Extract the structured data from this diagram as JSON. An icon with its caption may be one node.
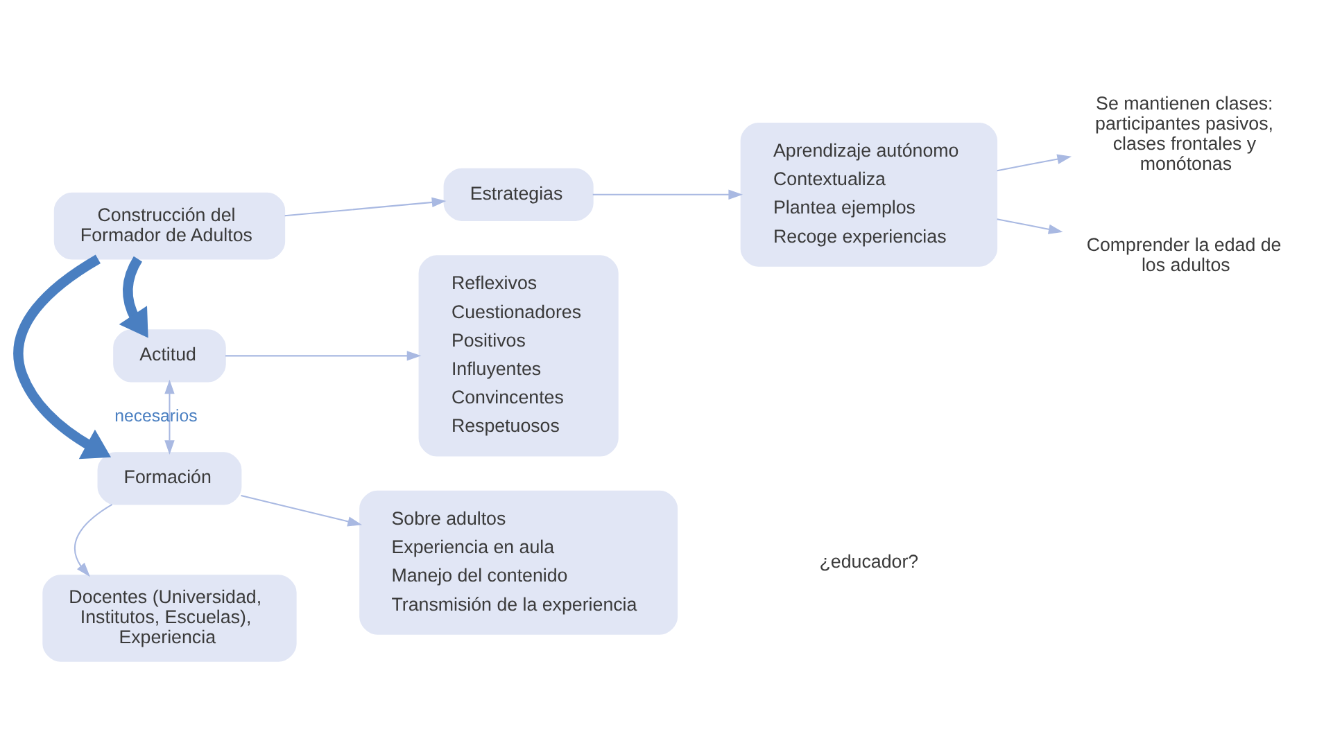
{
  "diagram": {
    "nodes": [
      {
        "text": [
          "Actitud"
        ]
      },
      {
        "text": [
          "Reflexivos",
          "Cuestionadores",
          "Positivos",
          "Influyentes",
          "Convincentes",
          "Respetuosos"
        ]
      },
      {
        "text": [
          "Construcción del Formador de Adultos"
        ]
      },
      {
        "text": [
          "Estrategias"
        ]
      },
      {
        "text": [
          "Aprendizaje autónomo",
          "Contextualiza",
          "Plantea ejemplos",
          "Recoge experiencias"
        ]
      },
      {
        "text": [
          "Formación"
        ]
      },
      {
        "text": [
          "Sobre adultos",
          "Experiencia en aula",
          "Manejo del contenido",
          "Transmisión de la experiencia"
        ]
      },
      {
        "text": [
          "Docentes (Universidad, Institutos, Escuelas), Experiencia"
        ]
      },
      {
        "text": [
          "Se mantienen clases: participantes pasivos, clases frontales y monótonas"
        ]
      },
      {
        "text": [
          "Comprender la edad de los adultos"
        ]
      }
    ],
    "edges": [
      {
        "from": 0,
        "to": 1,
        "arrow": "to"
      },
      {
        "from": 2,
        "to": 0,
        "arrow": "to",
        "style": "thick",
        "color": "#4a7fc1"
      },
      {
        "from": 2,
        "to": 5,
        "arrow": "to",
        "style": "thick",
        "color": "#4a7fc1"
      },
      {
        "from": 2,
        "to": 3,
        "arrow": "to"
      },
      {
        "from": 3,
        "to": 4,
        "arrow": "to"
      },
      {
        "from": 4,
        "to": 8,
        "arrow": "to"
      },
      {
        "from": 4,
        "to": 9,
        "arrow": "to"
      },
      {
        "from": 5,
        "to": 6,
        "arrow": "to"
      },
      {
        "from": 5,
        "to": 7,
        "arrow": "to"
      },
      {
        "from": 0,
        "to": 5,
        "arrow": "both",
        "label": "necesarios"
      }
    ],
    "labels": [
      "¿educador?"
    ]
  }
}
